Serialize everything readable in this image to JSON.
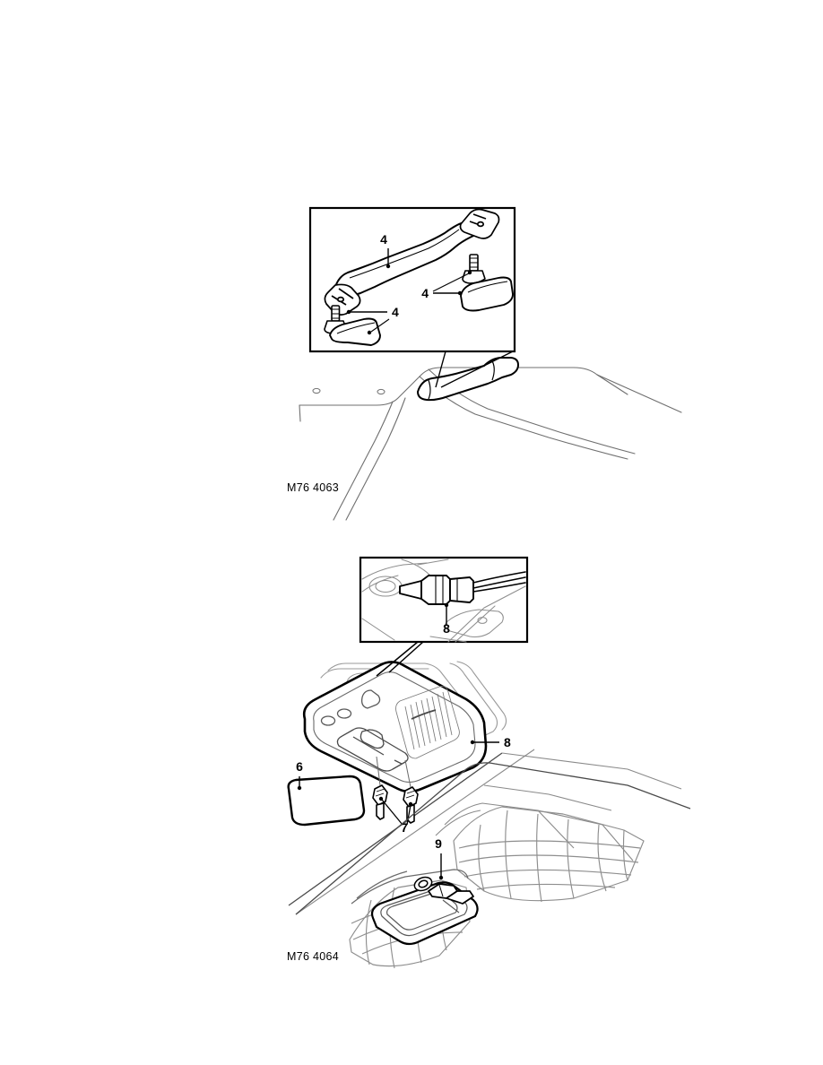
{
  "document": {
    "type": "technical-service-illustration",
    "background_color": "#ffffff",
    "line_color": "#000000",
    "secondary_line_color": "#9a9a9a"
  },
  "figures": [
    {
      "id": "figure-1",
      "caption": "M76 4063",
      "subject": "Roof grab handle and cover caps",
      "detail_box": {
        "label": "grab-handle-exploded-detail",
        "border_color": "#000000"
      },
      "callouts": [
        {
          "number": "4",
          "target": "grab-handle-rail",
          "leader": "vertical-down"
        },
        {
          "number": "4",
          "target": "bolt-and-cover-cap-right",
          "leader": "two-branch-left"
        },
        {
          "number": "4",
          "target": "bolt-and-cover-cap-left",
          "leader": "two-branch-right"
        }
      ],
      "scene": "vehicle-roof-rail-with-installed-grab-handle"
    },
    {
      "id": "figure-2",
      "caption": "M76 4064",
      "subject": "Overhead console, cover, screws, connector and loadspace lamp",
      "detail_box": {
        "label": "electrical-connector-detail",
        "border_color": "#000000"
      },
      "callouts": [
        {
          "number": "8",
          "target": "electrical-connector",
          "leader": "vertical-down"
        },
        {
          "number": "8",
          "target": "overhead-console-assembly",
          "leader": "horizontal-left"
        },
        {
          "number": "6",
          "target": "console-trim-cover-panel",
          "leader": "vertical-down"
        },
        {
          "number": "7",
          "target": "console-fixing-screws",
          "leader": "two-branch-up"
        },
        {
          "number": "9",
          "target": "loadspace-lamp-assembly",
          "leader": "vertical-down"
        }
      ],
      "scene": "headlining-with-overhead-console-and-loadspace-cargo-net"
    }
  ]
}
